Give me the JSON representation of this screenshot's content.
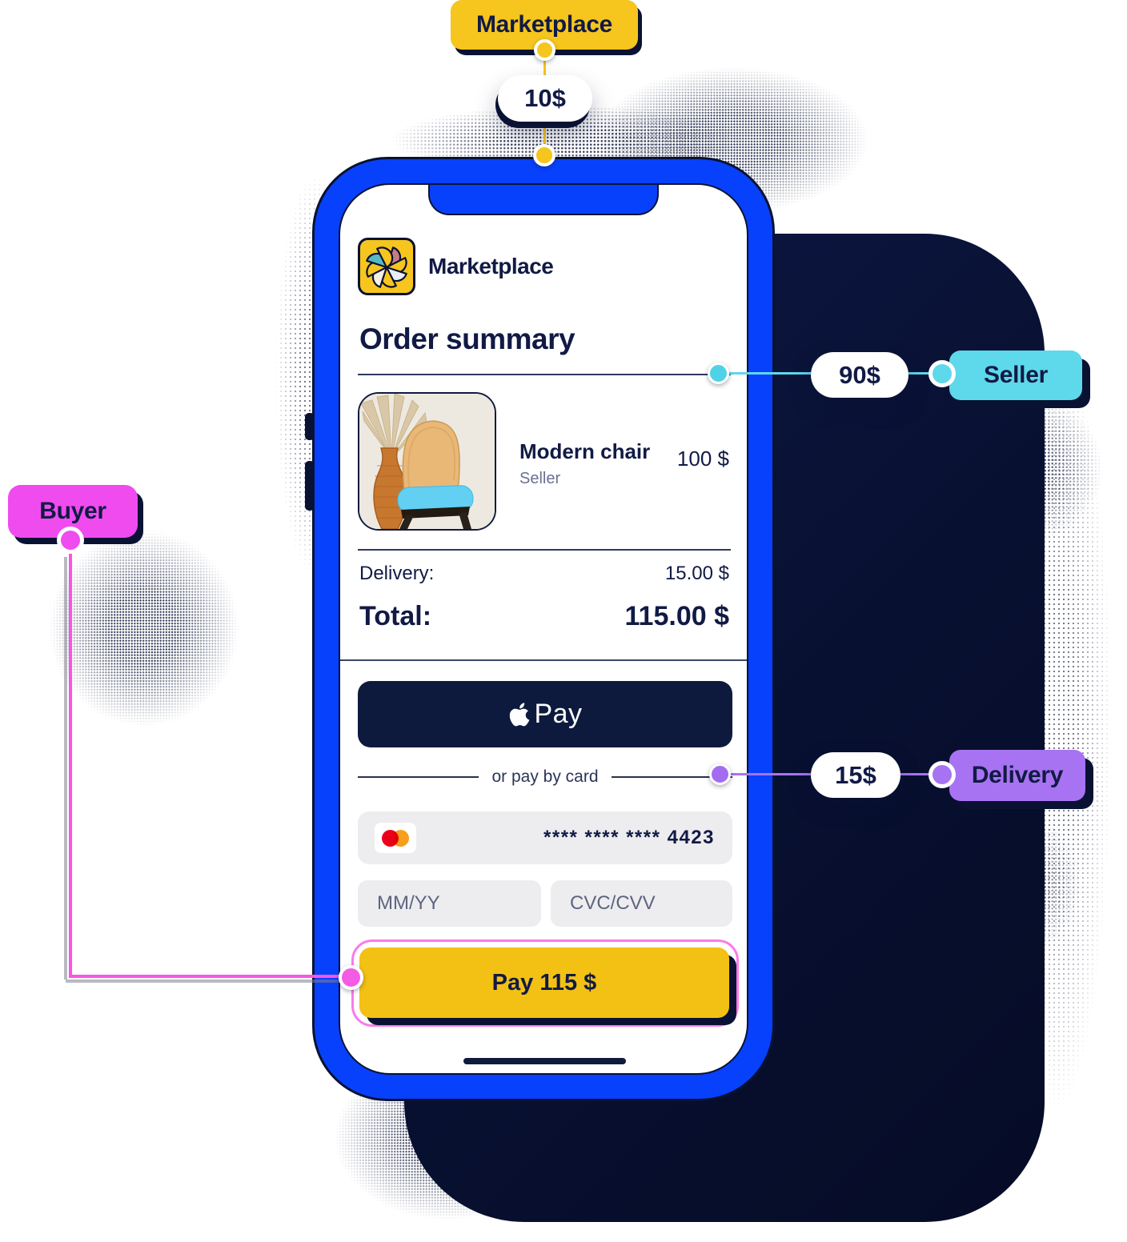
{
  "annotations": {
    "marketplace": {
      "label": "Marketplace",
      "amount": "10$",
      "color": "#F6C51E"
    },
    "seller": {
      "label": "Seller",
      "amount": "90$",
      "color": "#5ED8EB"
    },
    "delivery": {
      "label": "Delivery",
      "amount": "15$",
      "color": "#A873F2"
    },
    "buyer": {
      "label": "Buyer",
      "color": "#EF4BEF"
    }
  },
  "phone": {
    "frame_color": "#0841FC",
    "app": {
      "brand": "Marketplace",
      "title": "Order summary",
      "product": {
        "name": "Modern chair",
        "seller": "Seller",
        "price": "100 $"
      },
      "delivery_label": "Delivery:",
      "delivery_value": "15.00 $",
      "total_label": "Total:",
      "total_value": "115.00 $",
      "apple_pay_label": "Pay",
      "divider_text": "or pay by card",
      "card": {
        "scheme": "mastercard",
        "number_masked": "**** **** **** 4423",
        "expiry_placeholder": "MM/YY",
        "cvc_placeholder": "CVC/CVV"
      },
      "pay_button_label": "Pay 115 $"
    }
  },
  "colors": {
    "navy_text": "#111A45",
    "shadow_navy": "#0A1233",
    "accent_yellow": "#F6C51E",
    "pay_yellow": "#F2C113",
    "phone_blue": "#0841FC",
    "teal": "#5ED8EB",
    "purple": "#A873F2",
    "magenta": "#EF4BEF",
    "pink_outline": "#FB7BE8",
    "field_gray": "#EDEDEF"
  }
}
